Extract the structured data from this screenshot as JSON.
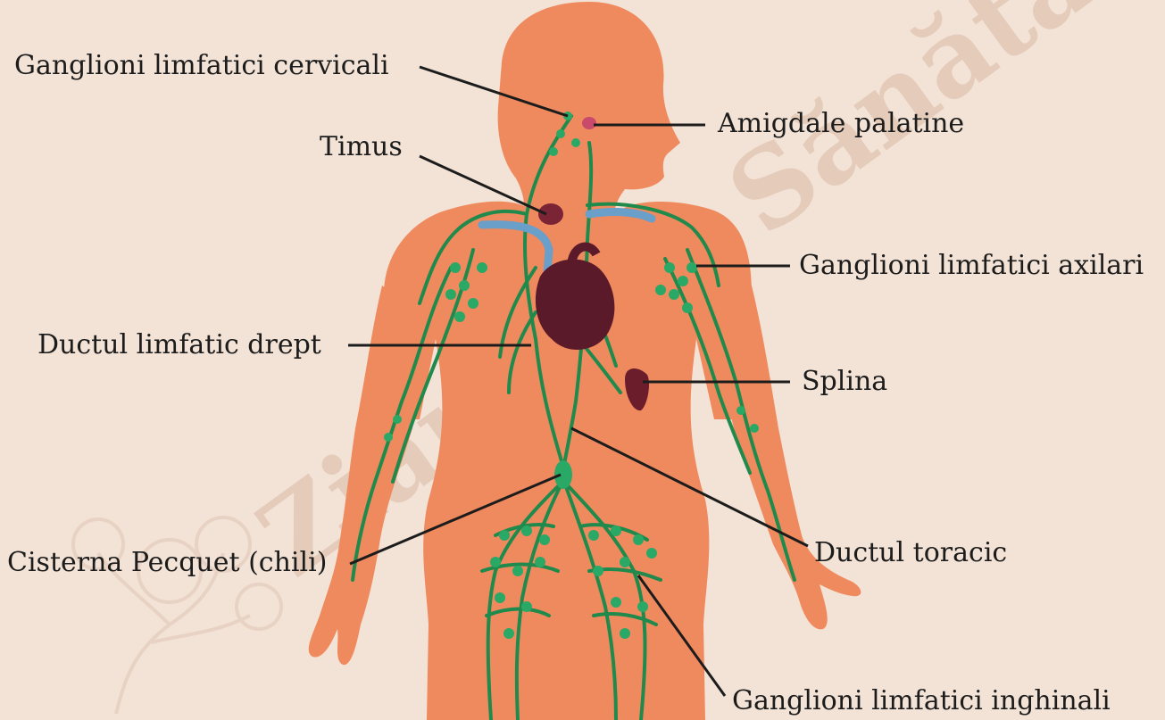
{
  "diagram": {
    "labels": {
      "cervical_nodes": "Ganglioni limfatici cervicali",
      "tonsils": "Amigdale palatine",
      "thymus": "Timus",
      "axillary_nodes": "Ganglioni limfatici axilari",
      "right_duct": "Ductul limfatic drept",
      "spleen": "Splina",
      "cisterna": "Cisterna Pecquet (chili)",
      "thoracic_duct": "Ductul toracic",
      "inguinal_nodes": "Ganglioni limfatici inghinali"
    },
    "watermark": "Ziarul de Sănătate",
    "colors": {
      "background": "#f3e3d6",
      "body": "#ef8a5e",
      "lymph": "#1f8a4c",
      "lymph_node": "#2aa866",
      "heart": "#5a1a2a",
      "vessels": "#6a9fc9",
      "spleen": "#6b1d2b",
      "leader_line": "#1c1c1c"
    }
  }
}
